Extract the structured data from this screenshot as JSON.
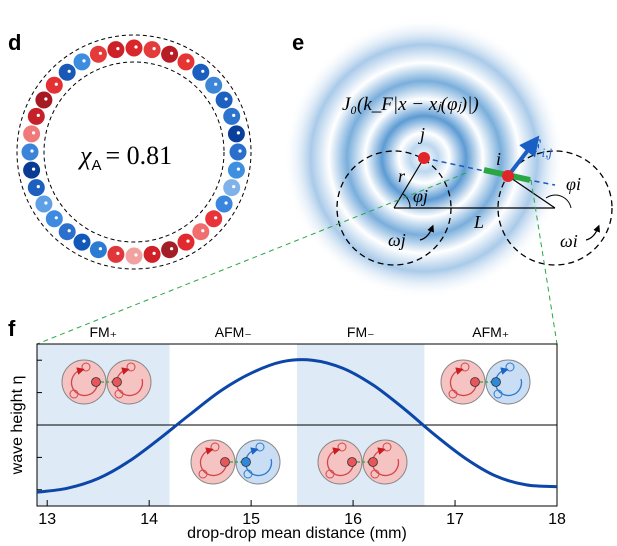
{
  "panels": {
    "d": {
      "label": "d",
      "chi_symbol": "χ",
      "chi_sub": "A",
      "chi_value": "= 0.81"
    },
    "e": {
      "label": "e",
      "bessel": "J₀(k_F|x − xⱼ(φⱼ)|)",
      "force": "F",
      "force_sub": "i,j",
      "j": "j",
      "i": "i",
      "r": "r",
      "phi_j": "φj",
      "phi_i": "φi",
      "L": "L",
      "omega_j": "ωj",
      "omega_i": "ωi"
    },
    "f": {
      "label": "f"
    }
  },
  "ring": {
    "colors": [
      "#d9262b",
      "#e33b3b",
      "#b81d26",
      "#e63333",
      "#1a5fbf",
      "#3b86d8",
      "#1e60c0",
      "#2d74cf",
      "#0b3f9c",
      "#2a6fcc",
      "#3f8fe0",
      "#7fb2ea",
      "#3a86de",
      "#e8333b",
      "#f06e6e",
      "#e02a2f",
      "#a41e26",
      "#cf2127",
      "#f2a0a0",
      "#e0363a",
      "#2a7bd4",
      "#1258b8",
      "#2c6fcc",
      "#3d8ae0",
      "#5f9fe6",
      "#1e60c0",
      "#0a3b94",
      "#3a84da",
      "#f07a7a",
      "#c6212a",
      "#a51a22",
      "#e23035",
      "#1a58b6",
      "#3d8ddf",
      "#e43a3a",
      "#cb2127"
    ]
  },
  "chart_data": {
    "type": "line",
    "xlabel": "drop-drop mean distance (mm)",
    "ylabel": "wave height η",
    "xlim": [
      12.9,
      18.0
    ],
    "ylim": [
      -1.0,
      1.0
    ],
    "xticks": [
      "13",
      "14",
      "15",
      "16",
      "17",
      "18"
    ],
    "regions": [
      {
        "label": "FM₊",
        "x0": 12.9,
        "x1": 14.2,
        "shaded": true
      },
      {
        "label": "AFM₋",
        "x0": 14.2,
        "x1": 15.45,
        "shaded": false
      },
      {
        "label": "FM₋",
        "x0": 15.45,
        "x1": 16.7,
        "shaded": true
      },
      {
        "label": "AFM₊",
        "x0": 16.7,
        "x1": 18.0,
        "shaded": false
      }
    ],
    "x": [
      12.9,
      13.2,
      13.5,
      13.8,
      14.1,
      14.4,
      14.7,
      15.0,
      15.3,
      15.6,
      15.9,
      16.2,
      16.5,
      16.8,
      17.1,
      17.4,
      17.7,
      18.0
    ],
    "y": [
      -0.83,
      -0.78,
      -0.66,
      -0.45,
      -0.17,
      0.13,
      0.42,
      0.64,
      0.78,
      0.8,
      0.7,
      0.49,
      0.2,
      -0.12,
      -0.41,
      -0.63,
      -0.74,
      -0.76
    ],
    "series_color": "#0b46a8"
  }
}
